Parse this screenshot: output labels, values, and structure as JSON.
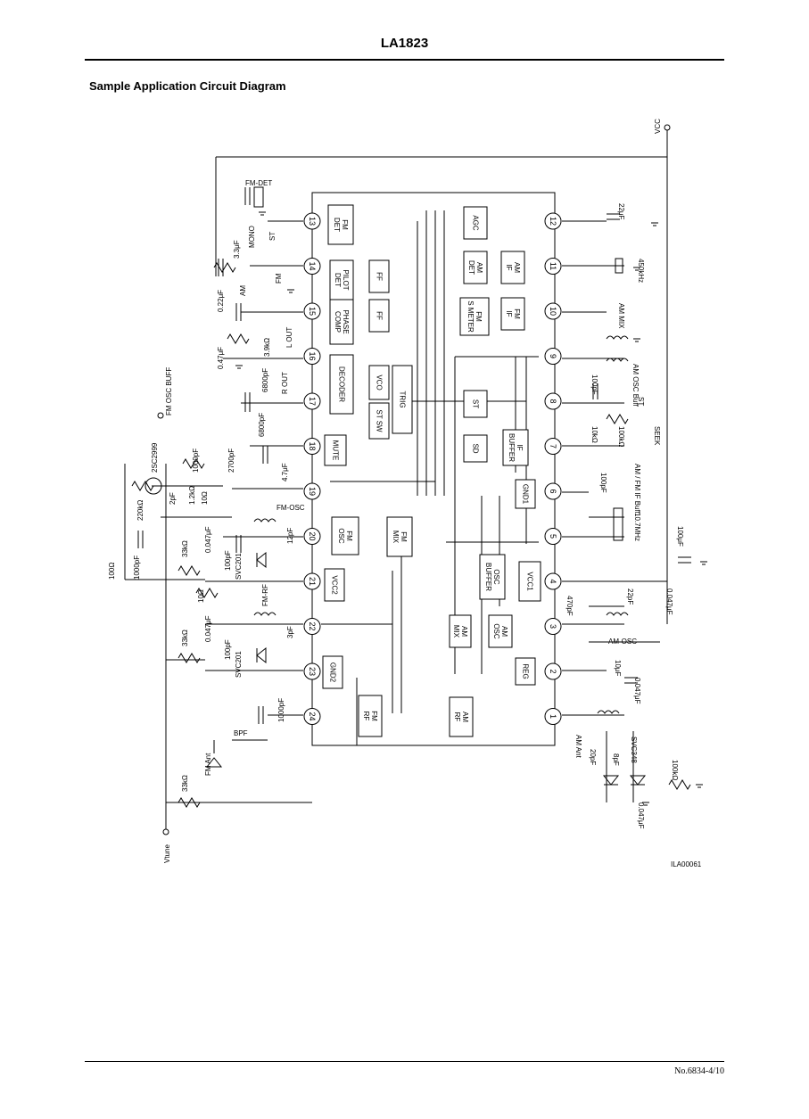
{
  "header": {
    "title": "LA1823"
  },
  "caption": "Sample Application Circuit Diagram",
  "footer": "No.6834-4/10",
  "figure_code": "ILA00061",
  "supply": {
    "vcc": "VCC"
  },
  "blocks": [
    {
      "id": "fm-det",
      "lines": [
        "FM",
        "DET"
      ]
    },
    {
      "id": "pilot-det",
      "lines": [
        "PILOT",
        "DET"
      ]
    },
    {
      "id": "ff1",
      "lines": [
        "FF"
      ]
    },
    {
      "id": "phase-comp",
      "lines": [
        "PHASE",
        "COMP"
      ]
    },
    {
      "id": "ff2",
      "lines": [
        "FF"
      ]
    },
    {
      "id": "decoder",
      "lines": [
        "DECODER"
      ]
    },
    {
      "id": "vco",
      "lines": [
        "VCO"
      ]
    },
    {
      "id": "st-sw",
      "lines": [
        "ST SW"
      ]
    },
    {
      "id": "trig",
      "lines": [
        "TRIG"
      ]
    },
    {
      "id": "mute",
      "lines": [
        "MUTE"
      ]
    },
    {
      "id": "agc",
      "lines": [
        "AGC"
      ]
    },
    {
      "id": "am-det",
      "lines": [
        "AM",
        "DET"
      ]
    },
    {
      "id": "am-if",
      "lines": [
        "AM",
        "IF"
      ]
    },
    {
      "id": "fm-smeter",
      "lines": [
        "FM",
        "S METER"
      ]
    },
    {
      "id": "fm-if",
      "lines": [
        "FM",
        "IF"
      ]
    },
    {
      "id": "st-block",
      "lines": [
        "ST"
      ]
    },
    {
      "id": "sd",
      "lines": [
        "SD"
      ]
    },
    {
      "id": "if-buffer",
      "lines": [
        "IF",
        "BUFFER"
      ]
    },
    {
      "id": "gnd1",
      "lines": [
        "GND1"
      ]
    },
    {
      "id": "fm-osc",
      "lines": [
        "FM",
        "OSC"
      ]
    },
    {
      "id": "fm-mix",
      "lines": [
        "FM",
        "MIX"
      ]
    },
    {
      "id": "osc-buffer",
      "lines": [
        "OSC",
        "BUFFER"
      ]
    },
    {
      "id": "vcc1",
      "lines": [
        "VCC1"
      ]
    },
    {
      "id": "vcc2",
      "lines": [
        "VCC2"
      ]
    },
    {
      "id": "am-mix",
      "lines": [
        "AM",
        "MIX"
      ]
    },
    {
      "id": "am-osc",
      "lines": [
        "AM",
        "OSC"
      ]
    },
    {
      "id": "gnd2",
      "lines": [
        "GND2"
      ]
    },
    {
      "id": "reg",
      "lines": [
        "REG"
      ]
    },
    {
      "id": "fm-rf",
      "lines": [
        "FM",
        "RF"
      ]
    },
    {
      "id": "am-rf",
      "lines": [
        "AM",
        "RF"
      ]
    }
  ],
  "pins_left": [
    "13",
    "14",
    "15",
    "16",
    "17",
    "18",
    "19",
    "20",
    "21",
    "22",
    "23",
    "24"
  ],
  "pins_right": [
    "12",
    "11",
    "10",
    "9",
    "8",
    "7",
    "6",
    "5",
    "4",
    "3",
    "2",
    "1"
  ],
  "labels": {
    "fm_det_ext": "FM-DET",
    "cap_3_3uf": "3.3μF",
    "mono": "MONO",
    "st": "ST",
    "am": "AM",
    "fm": "FM",
    "cap_0_22uf": "0.22μF",
    "cap_0_47uf": "0.47μF",
    "res_3_9k": "3.9kΩ",
    "l_out": "L OUT",
    "r_out": "R OUT",
    "cap_6800pf_a": "6800pF",
    "cap_6800pf_b": "6800pF",
    "fm_osc_buff": "FM OSC BUFF",
    "cap_1000pf_a": "1000pF",
    "transistor": "2SC2999",
    "res_1_2k": "1.2kΩ",
    "cap_2700pf": "2700pF",
    "cap_4_7uf": "4.7μF",
    "res_10_a": "10Ω",
    "res_220k": "220kΩ",
    "cap_2pf": "2pF",
    "fm_osc_coil": "FM-OSC",
    "res_100": "100Ω",
    "cap_1000pf_b": "1000pF",
    "cap_0_047uf_a": "0.047μF",
    "res_33k_a": "33kΩ",
    "cap_100pf_a": "100pF",
    "cap_12pf": "12pF",
    "svc_a": "SVC201",
    "res_10_b": "10Ω",
    "fm_rf_coil": "FM-RF",
    "cap_0_047uf_b": "0.047μF",
    "res_33k_b": "33kΩ",
    "cap_100pf_b": "100pF",
    "cap_3pf": "3pF",
    "svc_b": "SVC201",
    "cap_1000pf_c": "1000pF",
    "bpf": "BPF",
    "fm_ant": "FM Ant",
    "res_33k_c": "33kΩ",
    "vtune": "Vtune",
    "cap_22uf": "22μF",
    "khz_450": "450kHz",
    "am_mix_coil": "AM MIX",
    "am_osc_buff": "AM OSC Buff",
    "cap_100pf_c": "100pF",
    "st_out": "ST",
    "res_10k": "10kΩ",
    "res_100k_a": "100kΩ",
    "seek": "SEEK",
    "cap_100pf_d": "100pF",
    "am_fm_if_buff": "AM / FM IF Buff",
    "mhz_10_7": "10.7MHz",
    "cap_100uf": "100μF",
    "cap_0_047uf_c": "0.047μF",
    "cap_22pf": "22pF",
    "cap_470pf": "470pF",
    "am_osc_coil": "AM-OSC",
    "cap_10uf": "10μF",
    "cap_0_047uf_d": "0.047μF",
    "am_ant": "AM Ant",
    "cap_20pf": "20pF",
    "cap_8pf": "8pF",
    "svc_c": "SVC348",
    "res_100k_b": "100kΩ",
    "cap_0_047uf_e": "0.047μF"
  }
}
